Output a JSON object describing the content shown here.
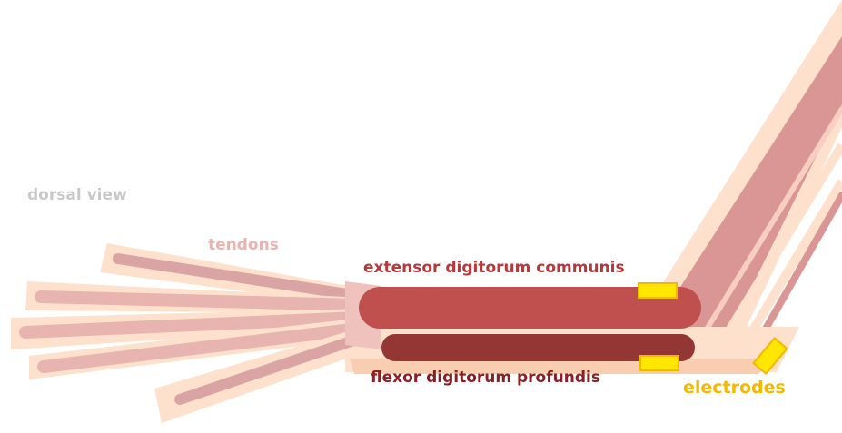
{
  "labels": {
    "view": "dorsal view",
    "tendons": "tendons",
    "extensor": "extensor digitorum communis",
    "flexor": "flexor digitorum profundis",
    "electrodes": "electrodes"
  },
  "colors": {
    "skin": "#fde1cc",
    "skin_shade": "#f9cdb0",
    "tendon_sheath": "#f0c2bd",
    "tendon_line": "#dba4a4",
    "extensor": "#c0504d",
    "flexor": "#943634",
    "upper_arm_muscle": "#d99694",
    "electrode_fill": "#ffe600",
    "electrode_stroke": "#f2b800"
  }
}
